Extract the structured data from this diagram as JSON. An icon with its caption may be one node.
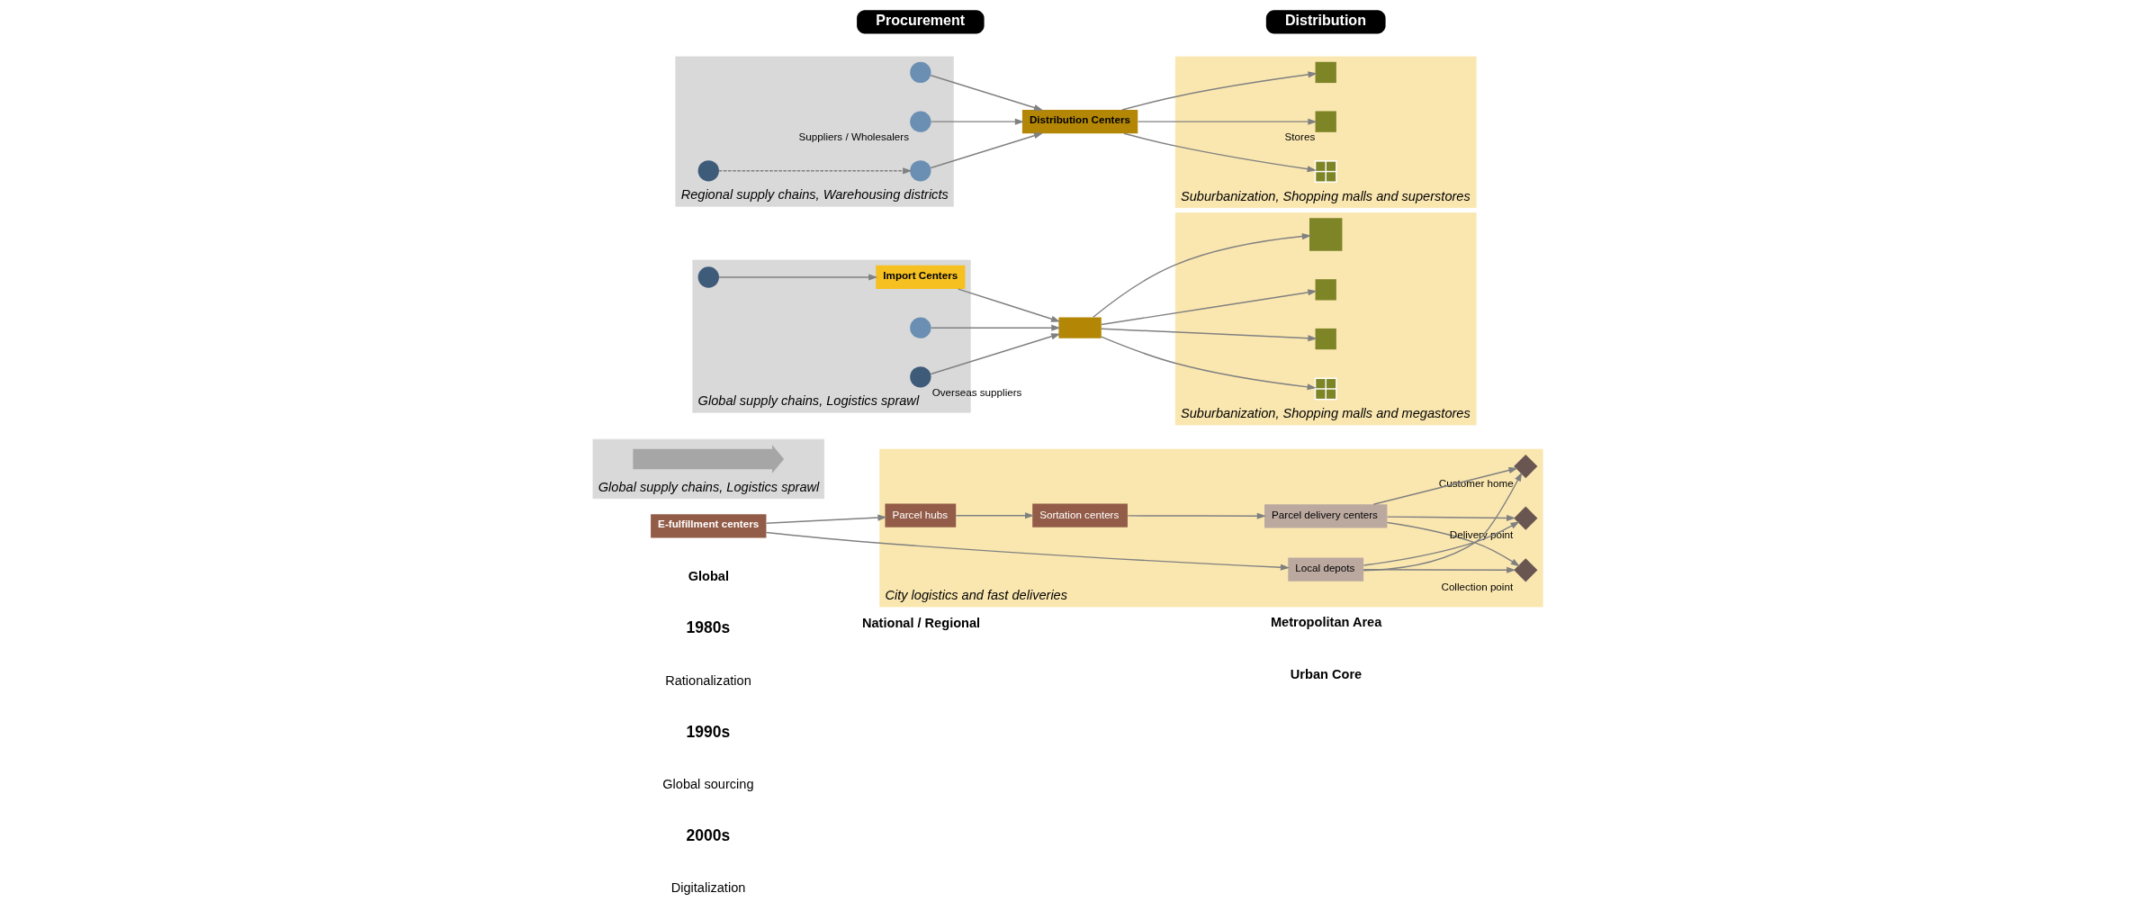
{
  "diagram": {
    "nodes": [
      {
        "text": [
          "Procurement"
        ]
      },
      {
        "text": [
          "Distribution"
        ]
      },
      {
        "text": [
          "Regional supply chains, Warehousing districts"
        ]
      },
      {
        "text": [],
        "shape": "circle",
        "in": 2
      },
      {
        "text": [],
        "shape": "circle",
        "in": 2
      },
      {
        "text": [],
        "shape": "circle",
        "in": 2,
        "beside": [
          "Suppliers / Wholesalers"
        ]
      },
      {
        "text": [],
        "shape": "circle",
        "in": 2
      },
      {
        "text": [
          "Distribution Centers"
        ]
      },
      {
        "text": [
          "Suburbanization, Shopping malls and superstores"
        ]
      },
      {
        "text": [],
        "shape": "box",
        "in": 8
      },
      {
        "text": [],
        "shape": "box",
        "in": 8,
        "beside": [
          "Stores"
        ]
      },
      {
        "text": [],
        "shape": "box",
        "in": 8
      },
      {
        "text": [
          "Global supply chains, Logistics sprawl"
        ]
      },
      {
        "text": [],
        "shape": "circle",
        "in": 12,
        "beside": [
          "Overseas suppliers"
        ]
      },
      {
        "text": [],
        "shape": "circle",
        "in": 12
      },
      {
        "text": [],
        "shape": "circle",
        "in": 12
      },
      {
        "text": [
          "Import Centers"
        ],
        "in": 12
      },
      {
        "text": [],
        "shape": "box"
      },
      {
        "text": [
          "Suburbanization, Shopping malls and megastores"
        ]
      },
      {
        "text": [],
        "shape": "box",
        "in": 18
      },
      {
        "text": [],
        "shape": "box",
        "in": 18
      },
      {
        "text": [],
        "shape": "box",
        "in": 18
      },
      {
        "text": [],
        "shape": "box",
        "in": 18
      },
      {
        "text": [
          "Global supply chains, Logistics sprawl"
        ]
      },
      {
        "text": [],
        "shape": "arrow",
        "in": 23
      },
      {
        "text": [
          "E-fulfillment centers"
        ]
      },
      {
        "text": [
          "City logistics and fast deliveries"
        ]
      },
      {
        "text": [
          "Parcel hubs"
        ],
        "in": 26
      },
      {
        "text": [
          "Sortation centers"
        ],
        "in": 26
      },
      {
        "text": [
          "Parcel delivery centers"
        ],
        "in": 26
      },
      {
        "text": [
          "Local depots"
        ],
        "in": 26
      },
      {
        "text": [],
        "shape": "diamond",
        "in": 26,
        "beside": [
          "Customer home"
        ]
      },
      {
        "text": [],
        "shape": "diamond",
        "in": 26,
        "beside": [
          "Collection point"
        ]
      },
      {
        "text": [],
        "shape": "diamond",
        "in": 26,
        "beside": [
          "Delivery point"
        ]
      }
    ],
    "edges": [
      {
        "from": 3,
        "to": 6,
        "arrow": "to",
        "style": "dashed"
      },
      {
        "from": 4,
        "to": 7,
        "arrow": "to"
      },
      {
        "from": 5,
        "to": 7,
        "arrow": "to"
      },
      {
        "from": 6,
        "to": 7,
        "arrow": "to"
      },
      {
        "from": 7,
        "to": 9,
        "arrow": "to"
      },
      {
        "from": 7,
        "to": 10,
        "arrow": "to"
      },
      {
        "from": 7,
        "to": 11,
        "arrow": "to"
      },
      {
        "from": 13,
        "to": 17,
        "arrow": "to"
      },
      {
        "from": 14,
        "to": 16,
        "arrow": "to"
      },
      {
        "from": 16,
        "to": 17,
        "arrow": "to"
      },
      {
        "from": 15,
        "to": 17,
        "arrow": "to"
      },
      {
        "from": 17,
        "to": 19,
        "arrow": "to"
      },
      {
        "from": 17,
        "to": 20,
        "arrow": "to"
      },
      {
        "from": 17,
        "to": 21,
        "arrow": "to"
      },
      {
        "from": 17,
        "to": 22,
        "arrow": "to"
      },
      {
        "from": 25,
        "to": 27,
        "arrow": "to"
      },
      {
        "from": 27,
        "to": 28,
        "arrow": "to"
      },
      {
        "from": 28,
        "to": 29,
        "arrow": "to"
      },
      {
        "from": 25,
        "to": 30,
        "arrow": "to"
      },
      {
        "from": 29,
        "to": 31,
        "arrow": "to"
      },
      {
        "from": 29,
        "to": 32,
        "arrow": "to"
      },
      {
        "from": 29,
        "to": 33,
        "arrow": "to"
      },
      {
        "from": 30,
        "to": 31,
        "arrow": "to"
      },
      {
        "from": 30,
        "to": 32,
        "arrow": "to"
      },
      {
        "from": 30,
        "to": 33,
        "arrow": "to"
      }
    ],
    "labels": [
      "Global",
      "National / Regional",
      "Metropolitan Area",
      "Urban Core",
      "1980s",
      "Rationalization",
      "1990s",
      "Global sourcing",
      "2000s",
      "Digitalization"
    ]
  }
}
